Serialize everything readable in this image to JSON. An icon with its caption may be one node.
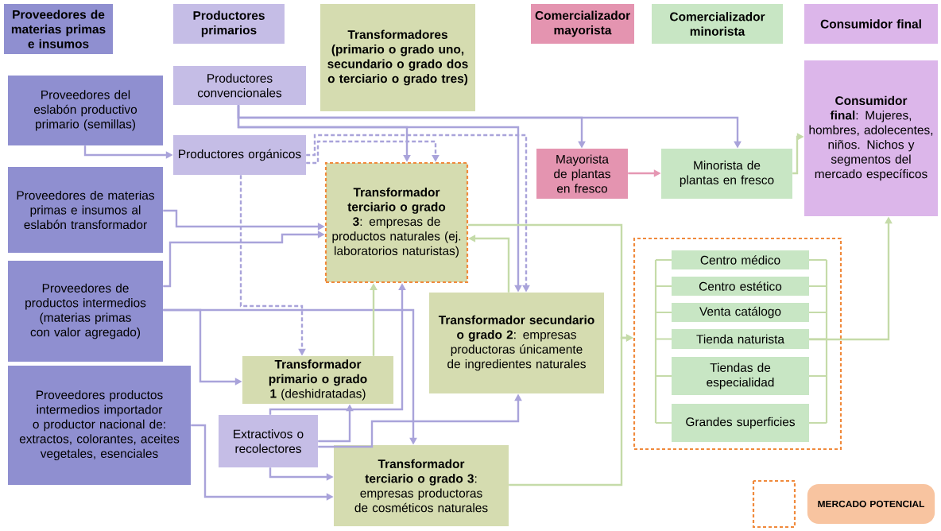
{
  "diagram": {
    "nodes": [
      {
        "text": [
          "Proveedores de materias primas e insumos"
        ]
      },
      {
        "text": [
          "Productores primarios"
        ]
      },
      {
        "text": [
          "Transformadores (primario o grado uno, secundario o grado dos o terciario o grado tres)"
        ]
      },
      {
        "text": [
          "Comercializador mayorista"
        ]
      },
      {
        "text": [
          "Comercializador minorista"
        ]
      },
      {
        "text": [
          "Consumidor final"
        ]
      },
      {
        "text": [
          "Proveedores del eslabón productivo primario (semillas)"
        ]
      },
      {
        "text": [
          "Productores convencionales"
        ]
      },
      {
        "text": [
          "Productores orgánicos"
        ]
      },
      {
        "text": [
          "Proveedores de materias primas e insumos al eslabón transformador"
        ]
      },
      {
        "text": [
          "**Transformador terciario o grado 3**: empresas de productos naturales (ej. laboratorios naturistas)"
        ]
      },
      {
        "text": [
          "**Consumidor final**: Mujeres, hombres, adolecentes, niños. Nichos y segmentos del mercado específicos"
        ]
      },
      {
        "text": [
          "Mayorista de plantas en fresco"
        ]
      },
      {
        "text": [
          "Minorista de plantas en fresco"
        ]
      },
      {
        "text": [
          "Proveedores de productos intermedios (materias primas con valor agregado)"
        ]
      },
      {
        "text": [
          "**Transformador secundario o grado 2**: empresas productoras únicamente de ingredientes naturales"
        ]
      },
      {
        "text": [],
        "shape": "box"
      },
      {
        "text": [
          "Centro médico"
        ],
        "in": 16
      },
      {
        "text": [
          "Centro estético"
        ],
        "in": 16
      },
      {
        "text": [
          "Venta catálogo"
        ],
        "in": 16
      },
      {
        "text": [
          "Tienda naturista"
        ],
        "in": 16
      },
      {
        "text": [
          "Tiendas de especialidad"
        ],
        "in": 16
      },
      {
        "text": [
          "Grandes superficies"
        ],
        "in": 16
      },
      {
        "text": [
          "Proveedores productos intermedios importador o productor nacional de: extractos, colorantes, aceites vegetales, esenciales"
        ]
      },
      {
        "text": [
          "**Transformador primario o grado 1** (deshidratadas)"
        ]
      },
      {
        "text": [
          "Extractivos o recolectores"
        ]
      },
      {
        "text": [
          "**Transformador terciario o grado 3**: empresas productoras de cosméticos naturales"
        ]
      }
    ],
    "edges": [
      {
        "from": 6,
        "to": 8,
        "arrow": "to"
      },
      {
        "from": 7,
        "to": 10,
        "arrow": "to"
      },
      {
        "from": 7,
        "to": 12,
        "arrow": "to"
      },
      {
        "from": 7,
        "to": 13,
        "arrow": "to"
      },
      {
        "from": 7,
        "to": 15,
        "arrow": "to"
      },
      {
        "from": 8,
        "to": 10,
        "arrow": "to",
        "style": "dashed"
      },
      {
        "from": 8,
        "to": 15,
        "arrow": "to",
        "style": "dashed"
      },
      {
        "from": 8,
        "to": 24,
        "arrow": "to",
        "style": "dashed"
      },
      {
        "from": 9,
        "to": 10,
        "arrow": "to"
      },
      {
        "from": 14,
        "to": 10,
        "arrow": "to"
      },
      {
        "from": 14,
        "to": 24,
        "arrow": "to"
      },
      {
        "from": 14,
        "to": 26,
        "arrow": "to"
      },
      {
        "from": 24,
        "to": 10,
        "arrow": "to",
        "color": "#c5dba9"
      },
      {
        "from": 25,
        "to": 24,
        "arrow": "to"
      },
      {
        "from": 25,
        "to": 15,
        "arrow": "to"
      },
      {
        "from": 25,
        "to": 10,
        "arrow": "to"
      },
      {
        "from": 25,
        "to": 26,
        "arrow": "to"
      },
      {
        "from": 23,
        "to": 26,
        "arrow": "to"
      },
      {
        "from": 10,
        "to": 16,
        "arrow": "to",
        "color": "#c5dba9"
      },
      {
        "from": 26,
        "to": 16,
        "arrow": "to",
        "color": "#c5dba9"
      },
      {
        "from": 15,
        "to": 10,
        "arrow": "to",
        "color": "#c5dba9"
      },
      {
        "from": 12,
        "to": 13,
        "arrow": "to",
        "color": "#e597b3"
      },
      {
        "from": 13,
        "to": 11,
        "arrow": "to",
        "color": "#c5dba9"
      },
      {
        "from": 20,
        "to": 11,
        "arrow": "to",
        "color": "#c5dba9"
      }
    ],
    "legend": [
      {
        "text": "MERCADO POTENCIAL"
      }
    ]
  }
}
